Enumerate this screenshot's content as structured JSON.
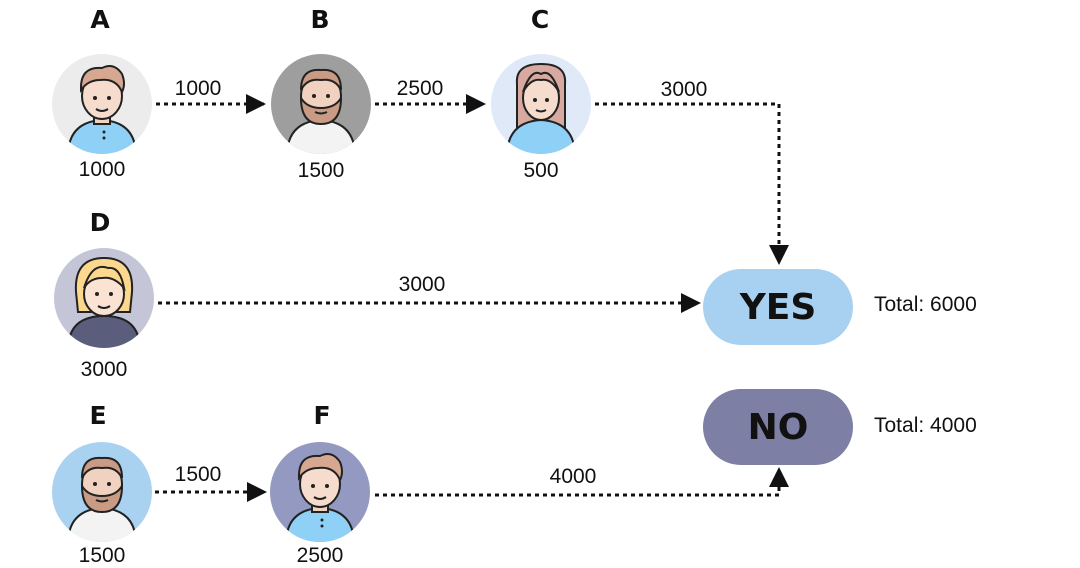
{
  "nodes": {
    "a": {
      "letter": "A",
      "value": "1000",
      "bg": "#ececec"
    },
    "b": {
      "letter": "B",
      "value": "1500",
      "bg": "#9e9e9e"
    },
    "c": {
      "letter": "C",
      "value": "500",
      "bg": "#dfe9f8"
    },
    "d": {
      "letter": "D",
      "value": "3000",
      "bg": "#c4c6d7"
    },
    "e": {
      "letter": "E",
      "value": "1500",
      "bg": "#a9d2f1"
    },
    "f": {
      "letter": "F",
      "value": "2500",
      "bg": "#9399c0"
    }
  },
  "edges": {
    "a_b": "1000",
    "b_c": "2500",
    "c_yes": "3000",
    "d_yes": "3000",
    "e_f": "1500",
    "f_no": "4000"
  },
  "outcomes": {
    "yes": {
      "label": "YES",
      "total": "Total: 6000",
      "color": "#a8d1f1"
    },
    "no": {
      "label": "NO",
      "total": "Total: 4000",
      "color": "#7d7fa4"
    }
  },
  "icons": {
    "a": "man-light-hair-avatar-icon",
    "b": "bearded-man-avatar-icon",
    "c": "long-hair-woman-avatar-icon",
    "d": "blonde-woman-avatar-icon",
    "e": "bearded-man-avatar-icon",
    "f": "man-avatar-icon"
  }
}
